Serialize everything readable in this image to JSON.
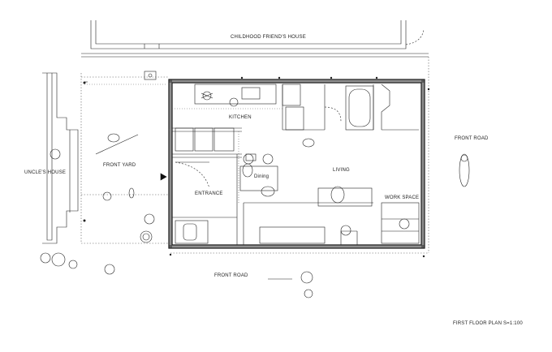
{
  "labels": {
    "childhood_friends_house": "CHILDHOOD FRIEND'S HOUSE",
    "kitchen": "KITCHEN",
    "front_yard": "FRONT YARD",
    "uncles_house": "UNCLE'S HOUSE",
    "dining": "Dining",
    "living": "LIVING",
    "entrance": "ENTRANCE",
    "work_space": "WORK SPACE",
    "front_road_east": "FRONT ROAD",
    "front_road_south": "FRONT ROAD",
    "caption": "FIRST FLOOR PLAN S=1:100"
  },
  "colors": {
    "line": "#222222",
    "wall": "#111111",
    "dotted": "#555555"
  }
}
